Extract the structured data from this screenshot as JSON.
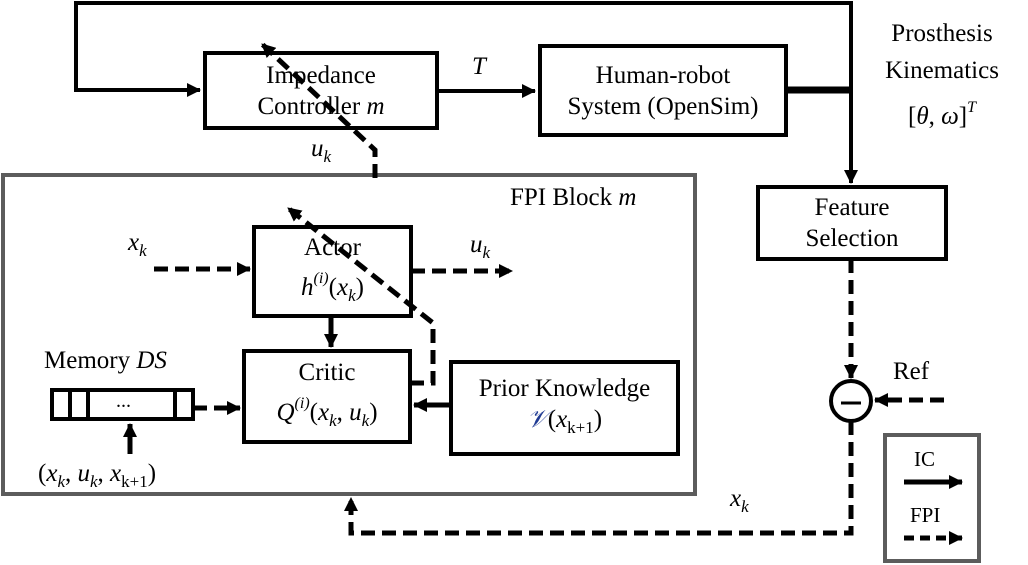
{
  "diagram": {
    "title": "Impedance controller with FPI (Fitted Policy Iteration) learning block",
    "blocks": {
      "impedance_controller": {
        "line1": "Impedance",
        "line2_text": "Controller ",
        "line2_var": "m"
      },
      "human_robot": {
        "line1": "Human-robot",
        "line2": "System (OpenSim)"
      },
      "feature_selection": {
        "line1": "Feature",
        "line2": "Selection"
      },
      "fpi_block": {
        "label_text": "FPI Block ",
        "label_var": "m"
      },
      "actor": {
        "line1": "Actor",
        "func": "h",
        "sup": "(i)",
        "arg_open": "(",
        "arg_var": "x",
        "arg_sub": "k",
        "arg_close": ")"
      },
      "critic": {
        "line1": "Critic",
        "func": "Q",
        "sup": "(i)",
        "args_open": "(",
        "a1": "x",
        "a1_sub": "k",
        "comma": ", ",
        "a2": "u",
        "a2_sub": "k",
        "args_close": ")"
      },
      "prior_knowledge": {
        "line1": "Prior Knowledge",
        "func": "𝒱",
        "open": "(",
        "var": "x",
        "sub": "k+1",
        "close": ")"
      },
      "memory": {
        "label_text": "Memory ",
        "label_var": "DS",
        "cell_text": "...",
        "tuple_open": "(",
        "t1": "x",
        "t1_sub": "k",
        "c1": ", ",
        "t2": "u",
        "t2_sub": "k",
        "c2": ", ",
        "t3": "x",
        "t3_sub": "k+1",
        "tuple_close": ")"
      },
      "summing_junction": {
        "symbol": "−"
      }
    },
    "signals": {
      "torque": "T",
      "uk_top": {
        "var": "u",
        "sub": "k"
      },
      "xk_in": {
        "var": "x",
        "sub": "k"
      },
      "uk_out": {
        "var": "u",
        "sub": "k"
      },
      "xk_feedback": {
        "var": "x",
        "sub": "k"
      },
      "ref": "Ref",
      "kinematics": {
        "line1": "Prosthesis",
        "line2": "Kinematics",
        "vec_open": "[",
        "theta": "θ",
        "comma": ", ",
        "omega": "ω",
        "vec_close": "]",
        "sup": "T"
      }
    },
    "legend": {
      "items": [
        {
          "label": "IC",
          "style": "solid"
        },
        {
          "label": "FPI",
          "style": "dashed"
        }
      ]
    }
  }
}
